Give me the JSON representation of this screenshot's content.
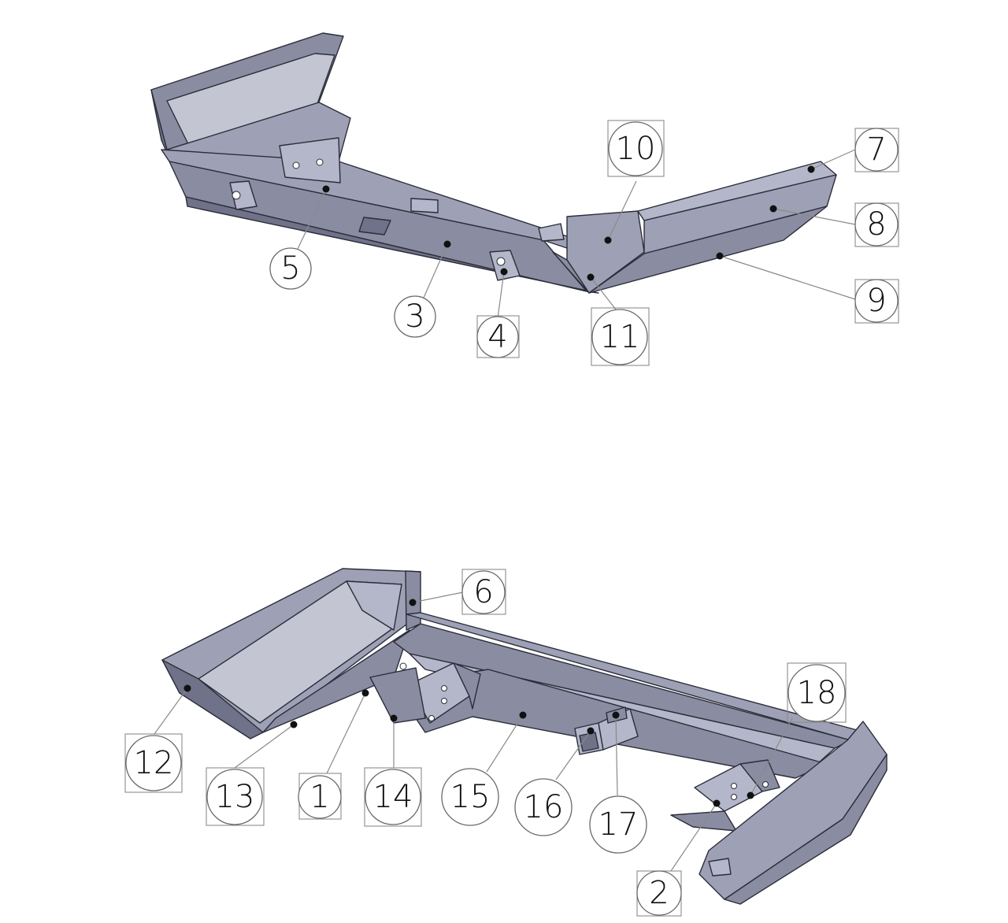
{
  "diagram": {
    "views": [
      {
        "id": "rear-view",
        "callouts": [
          {
            "label": "5",
            "boxed": false
          },
          {
            "label": "3",
            "boxed": false
          },
          {
            "label": "4",
            "boxed": true
          },
          {
            "label": "11",
            "boxed": true
          },
          {
            "label": "10",
            "boxed": true
          },
          {
            "label": "7",
            "boxed": true
          },
          {
            "label": "8",
            "boxed": true
          },
          {
            "label": "9",
            "boxed": true
          }
        ]
      },
      {
        "id": "underside-view",
        "callouts": [
          {
            "label": "6",
            "boxed": true
          },
          {
            "label": "12",
            "boxed": true
          },
          {
            "label": "13",
            "boxed": true
          },
          {
            "label": "1",
            "boxed": true
          },
          {
            "label": "14",
            "boxed": true
          },
          {
            "label": "15",
            "boxed": false
          },
          {
            "label": "16",
            "boxed": false
          },
          {
            "label": "17",
            "boxed": false
          },
          {
            "label": "18",
            "boxed": true
          },
          {
            "label": "2",
            "boxed": true
          }
        ]
      }
    ],
    "colors": {
      "part_fill": "#9ea1b5",
      "part_shadow": "#6f7288",
      "outline": "#2b2d3a",
      "leader": "#8a8a8a"
    }
  }
}
